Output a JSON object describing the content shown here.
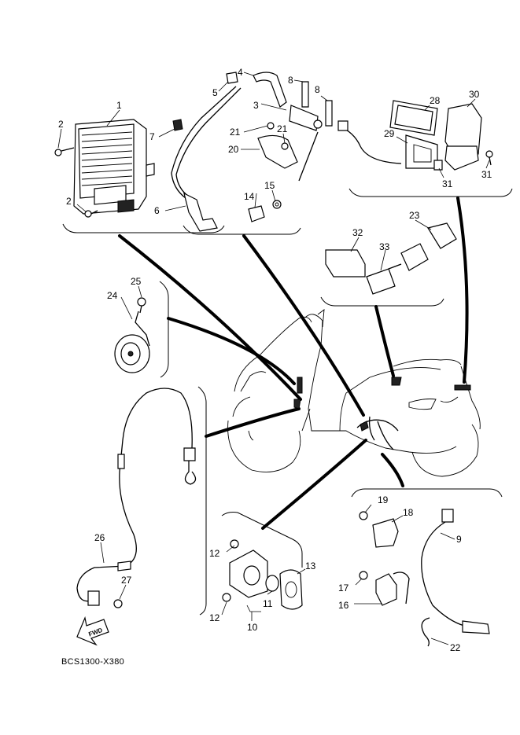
{
  "diagram": {
    "code": "BCS1300-X380",
    "fwd_label": "FWD"
  },
  "callouts": [
    {
      "id": "c1",
      "text": "1"
    },
    {
      "id": "c2a",
      "text": "2"
    },
    {
      "id": "c2b",
      "text": "2"
    },
    {
      "id": "c3",
      "text": "3"
    },
    {
      "id": "c4",
      "text": "4"
    },
    {
      "id": "c5",
      "text": "5"
    },
    {
      "id": "c6",
      "text": "6"
    },
    {
      "id": "c7",
      "text": "7"
    },
    {
      "id": "c8a",
      "text": "8"
    },
    {
      "id": "c8b",
      "text": "8"
    },
    {
      "id": "c9",
      "text": "9"
    },
    {
      "id": "c10",
      "text": "10"
    },
    {
      "id": "c11",
      "text": "11"
    },
    {
      "id": "c12a",
      "text": "12"
    },
    {
      "id": "c12b",
      "text": "12"
    },
    {
      "id": "c13",
      "text": "13"
    },
    {
      "id": "c14",
      "text": "14"
    },
    {
      "id": "c15",
      "text": "15"
    },
    {
      "id": "c16",
      "text": "16"
    },
    {
      "id": "c17",
      "text": "17"
    },
    {
      "id": "c18",
      "text": "18"
    },
    {
      "id": "c19",
      "text": "19"
    },
    {
      "id": "c20",
      "text": "20"
    },
    {
      "id": "c21a",
      "text": "21"
    },
    {
      "id": "c21b",
      "text": "21"
    },
    {
      "id": "c22",
      "text": "22"
    },
    {
      "id": "c23",
      "text": "23"
    },
    {
      "id": "c24",
      "text": "24"
    },
    {
      "id": "c25",
      "text": "25"
    },
    {
      "id": "c26",
      "text": "26"
    },
    {
      "id": "c27",
      "text": "27"
    },
    {
      "id": "c28",
      "text": "28"
    },
    {
      "id": "c29",
      "text": "29"
    },
    {
      "id": "c30",
      "text": "30"
    },
    {
      "id": "c31a",
      "text": "31"
    },
    {
      "id": "c31b",
      "text": "31"
    },
    {
      "id": "c32",
      "text": "32"
    },
    {
      "id": "c33",
      "text": "33"
    }
  ]
}
